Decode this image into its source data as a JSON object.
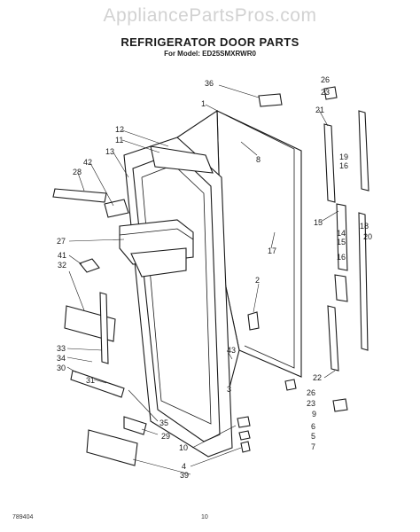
{
  "watermark": "AppliancePartsPros.com",
  "title": "REFRIGERATOR DOOR PARTS",
  "subtitle": "For Model: ED25SMXRWR0",
  "footer": {
    "left": "789404",
    "center": "10"
  },
  "callouts": {
    "c36": "36",
    "c26a": "26",
    "c23a": "23",
    "c1": "1",
    "c21": "21",
    "c12": "12",
    "c11": "11",
    "c13": "13",
    "c8": "8",
    "c42": "42",
    "c28": "28",
    "c19": "19",
    "c16a": "16",
    "c15a": "15",
    "c14": "14",
    "c15b": "15",
    "c18": "18",
    "c20": "20",
    "c27": "27",
    "c17": "17",
    "c41": "41",
    "c32": "32",
    "c16b": "16",
    "c2": "2",
    "c33": "33",
    "c34": "34",
    "c30": "30",
    "c43": "43",
    "c22": "22",
    "c31": "31",
    "c3": "3",
    "c26b": "26",
    "c9": "9",
    "c23b": "23",
    "c35": "35",
    "c6": "6",
    "c29": "29",
    "c5": "5",
    "c10": "10",
    "c7": "7",
    "c4": "4",
    "c39": "39"
  }
}
